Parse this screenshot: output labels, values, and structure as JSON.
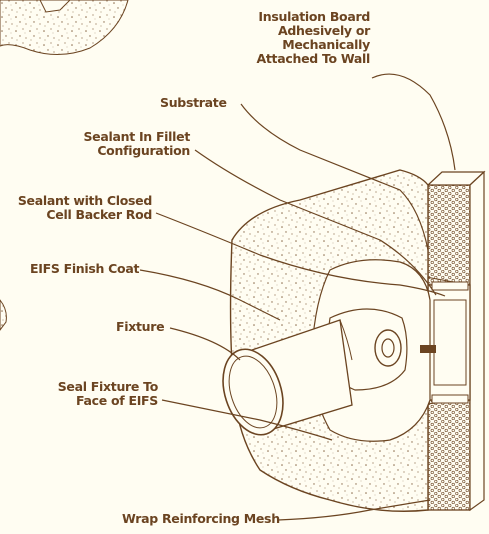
{
  "diagram": {
    "labels": {
      "insulation": [
        "Insulation Board",
        "Adhesively or",
        "Mechanically",
        "Attached To Wall"
      ],
      "substrate": [
        "Substrate"
      ],
      "fillet": [
        "Sealant In Fillet",
        "Configuration"
      ],
      "backer": [
        "Sealant with Closed",
        "Cell Backer Rod"
      ],
      "finish": [
        "EIFS Finish Coat"
      ],
      "fixture": [
        "Fixture"
      ],
      "seal": [
        "Seal Fixture To",
        "Face of EIFS"
      ],
      "mesh": [
        "Wrap Reinforcing Mesh"
      ]
    },
    "colors": {
      "ink": "#6b4421",
      "paper": "#fffdf2",
      "stipple": "#a08060"
    }
  }
}
